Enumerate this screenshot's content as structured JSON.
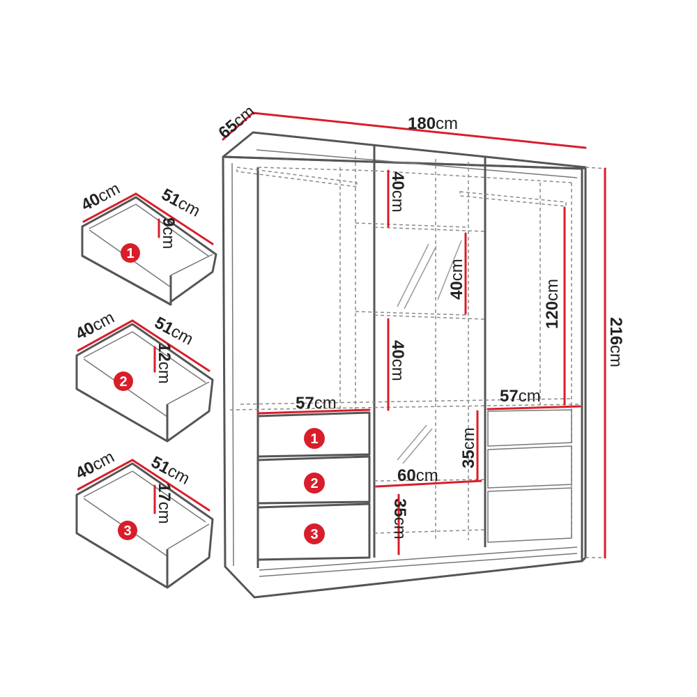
{
  "accent_color": "#d81e2a",
  "wardrobe": {
    "width": {
      "value": "180",
      "unit": "cm"
    },
    "depth": {
      "value": "65",
      "unit": "cm"
    },
    "height": {
      "value": "216",
      "unit": "cm"
    },
    "left_rail_shelf": {
      "value": "57",
      "unit": "cm"
    },
    "right_rail_shelf": {
      "value": "57",
      "unit": "cm"
    },
    "top_shelf_gap": {
      "value": "40",
      "unit": "cm"
    },
    "mirror_shelf_gap": {
      "value": "40",
      "unit": "cm"
    },
    "middle_shelf_gap": {
      "value": "40",
      "unit": "cm"
    },
    "right_hanging_height": {
      "value": "120",
      "unit": "cm"
    },
    "lower_shelf_height": {
      "value": "35",
      "unit": "cm"
    },
    "bottom_shelf_height": {
      "value": "35",
      "unit": "cm"
    },
    "center_shelf_width": {
      "value": "60",
      "unit": "cm"
    },
    "drawer_fronts": [
      "1",
      "2",
      "3"
    ]
  },
  "drawers": [
    {
      "badge": "1",
      "width": {
        "value": "40",
        "unit": "cm"
      },
      "depth": {
        "value": "51",
        "unit": "cm"
      },
      "height": {
        "value": "9",
        "unit": "cm"
      }
    },
    {
      "badge": "2",
      "width": {
        "value": "40",
        "unit": "cm"
      },
      "depth": {
        "value": "51",
        "unit": "cm"
      },
      "height": {
        "value": "12",
        "unit": "cm"
      }
    },
    {
      "badge": "3",
      "width": {
        "value": "40",
        "unit": "cm"
      },
      "depth": {
        "value": "51",
        "unit": "cm"
      },
      "height": {
        "value": "17",
        "unit": "cm"
      }
    }
  ]
}
